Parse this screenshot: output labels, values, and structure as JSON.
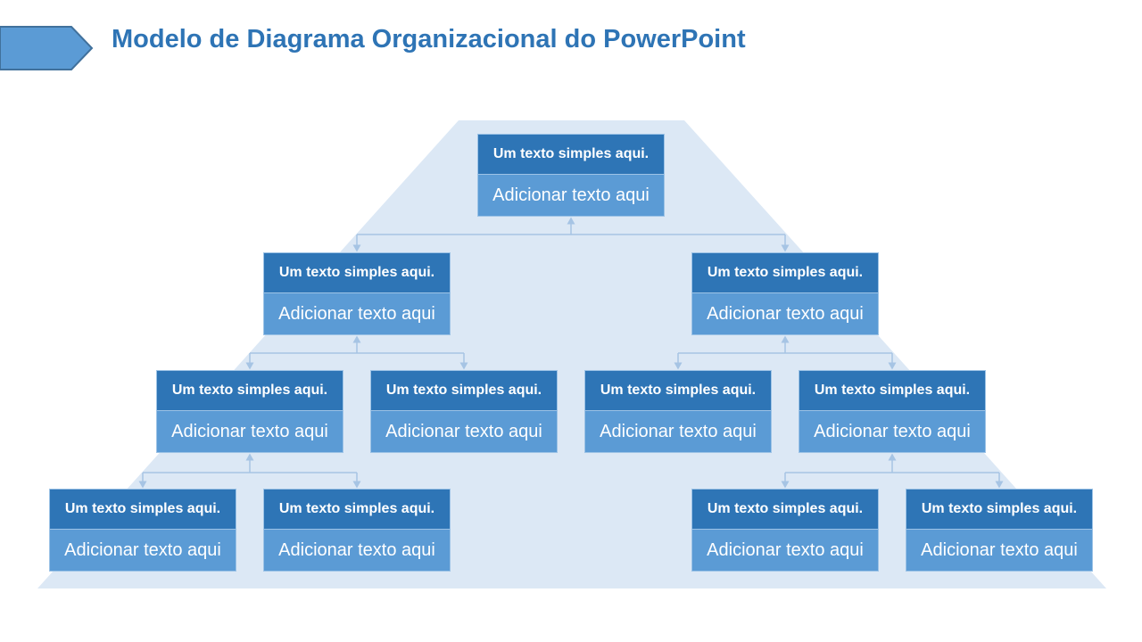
{
  "title": "Modelo de Diagrama Organizacional do PowerPoint",
  "header_icon": "pentagon-arrow-icon",
  "colors": {
    "title_text": "#2E74B5",
    "node_header_bg": "#2E75B6",
    "node_body_bg": "#5B9BD5",
    "node_border": "#9DC3E6",
    "node_text": "#FFFFFF",
    "pyramid_fill": "#DCE8F5",
    "connector": "#A6C4E4",
    "pentagon_fill": "#5B9BD5",
    "pentagon_border": "#41719C"
  },
  "nodes": [
    {
      "id": "node-1",
      "level": 1,
      "header": "Um texto simples aqui.",
      "body": "Adicionar texto aqui"
    },
    {
      "id": "node-2",
      "level": 2,
      "header": "Um texto simples aqui.",
      "body": "Adicionar texto aqui"
    },
    {
      "id": "node-3",
      "level": 2,
      "header": "Um texto simples aqui.",
      "body": "Adicionar texto aqui"
    },
    {
      "id": "node-4",
      "level": 3,
      "header": "Um texto simples aqui.",
      "body": "Adicionar texto aqui"
    },
    {
      "id": "node-5",
      "level": 3,
      "header": "Um texto simples aqui.",
      "body": "Adicionar texto aqui"
    },
    {
      "id": "node-6",
      "level": 3,
      "header": "Um texto simples aqui.",
      "body": "Adicionar texto aqui"
    },
    {
      "id": "node-7",
      "level": 3,
      "header": "Um texto simples aqui.",
      "body": "Adicionar texto aqui"
    },
    {
      "id": "node-8",
      "level": 4,
      "header": "Um texto simples aqui.",
      "body": "Adicionar texto aqui"
    },
    {
      "id": "node-9",
      "level": 4,
      "header": "Um texto simples aqui.",
      "body": "Adicionar texto aqui"
    },
    {
      "id": "node-10",
      "level": 4,
      "header": "Um texto simples aqui.",
      "body": "Adicionar texto aqui"
    },
    {
      "id": "node-11",
      "level": 4,
      "header": "Um texto simples aqui.",
      "body": "Adicionar texto aqui"
    }
  ]
}
